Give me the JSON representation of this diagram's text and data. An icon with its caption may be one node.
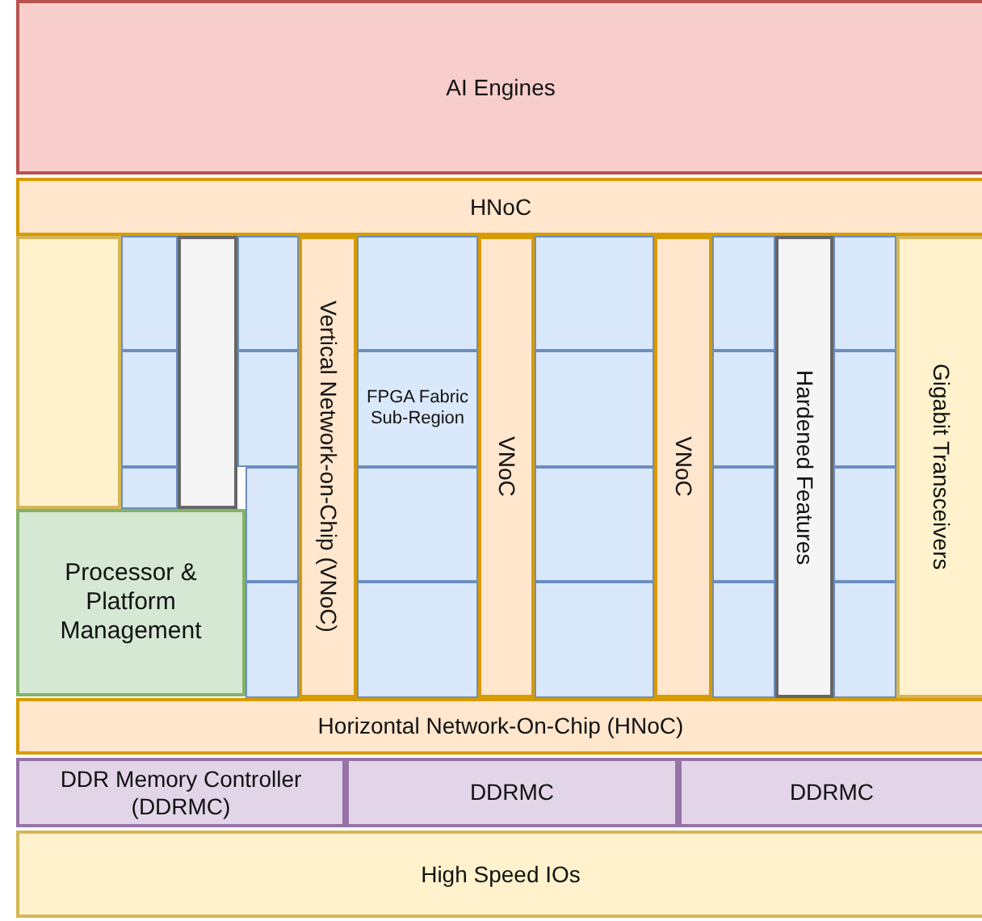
{
  "diagram": {
    "nodes": [
      {
        "text": [
          "AI Engines"
        ]
      },
      {
        "text": [
          "HNoC"
        ]
      },
      {
        "text": [],
        "shape": "box"
      },
      {
        "text": [],
        "shape": "box"
      },
      {
        "text": [],
        "shape": "box"
      },
      {
        "text": [],
        "shape": "box"
      },
      {
        "text": [],
        "shape": "box"
      },
      {
        "text": [],
        "shape": "box"
      },
      {
        "text": [],
        "shape": "box"
      },
      {
        "text": [],
        "shape": "box"
      },
      {
        "text": [],
        "shape": "box"
      },
      {
        "text": [
          "Vertical Network-on-Chip (VNoC)"
        ]
      },
      {
        "text": [],
        "shape": "box"
      },
      {
        "text": [
          "FPGA Fabric Sub-Region"
        ]
      },
      {
        "text": [],
        "shape": "box"
      },
      {
        "text": [],
        "shape": "box"
      },
      {
        "text": [
          "VNoC"
        ]
      },
      {
        "text": [],
        "shape": "box"
      },
      {
        "text": [],
        "shape": "box"
      },
      {
        "text": [],
        "shape": "box"
      },
      {
        "text": [],
        "shape": "box"
      },
      {
        "text": [
          "VNoC"
        ]
      },
      {
        "text": [],
        "shape": "box"
      },
      {
        "text": [],
        "shape": "box"
      },
      {
        "text": [],
        "shape": "box"
      },
      {
        "text": [],
        "shape": "box"
      },
      {
        "text": [
          "Hardened Features"
        ]
      },
      {
        "text": [],
        "shape": "box"
      },
      {
        "text": [],
        "shape": "box"
      },
      {
        "text": [],
        "shape": "box"
      },
      {
        "text": [],
        "shape": "box"
      },
      {
        "text": [
          "Gigabit Transceivers"
        ]
      },
      {
        "text": [
          "Processor & Platform Management"
        ]
      },
      {
        "text": [
          "Horizontal Network-On-Chip (HNoC)"
        ]
      },
      {
        "text": [
          "DDR Memory Controller (DDRMC)"
        ]
      },
      {
        "text": [
          "DDRMC"
        ]
      },
      {
        "text": [
          "DDRMC"
        ]
      },
      {
        "text": [
          "High Speed IOs"
        ]
      }
    ]
  }
}
